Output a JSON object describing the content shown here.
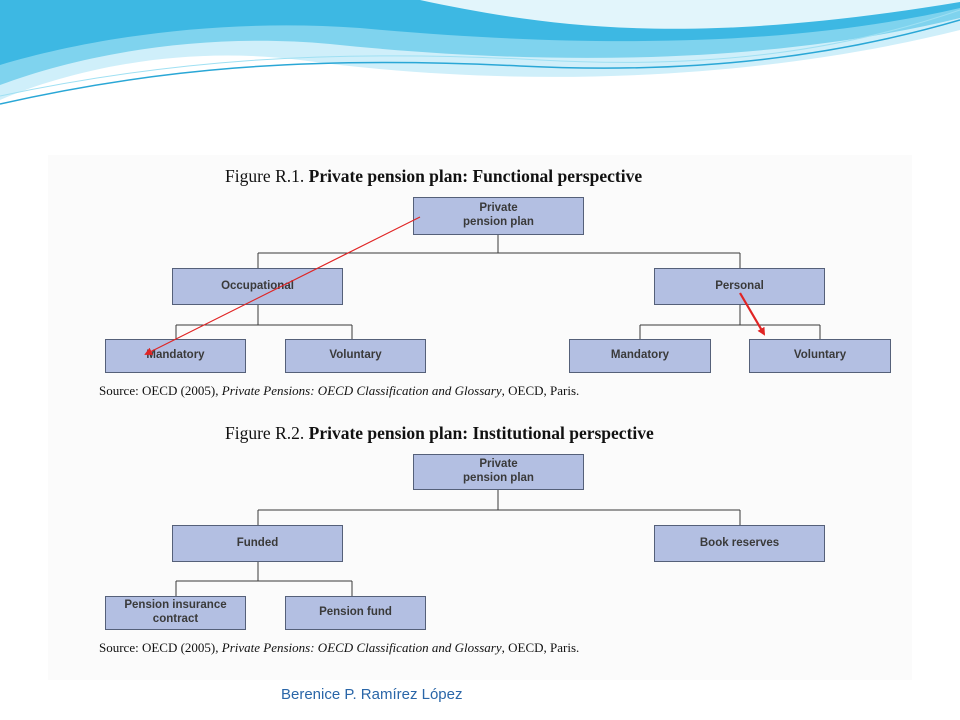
{
  "colors": {
    "box_fill": "#b3bfe2",
    "box_border": "#556079",
    "annotation_arrow": "#e02424",
    "footer_text": "#2a66a8",
    "wave_light": "#cfeffa",
    "wave_mid": "#7fd3ee",
    "wave_deep": "#3db8e3"
  },
  "figure1": {
    "number": "Figure R.1.",
    "title": "Private pension plan: Functional perspective",
    "nodes": {
      "root": "Private\npension plan",
      "occupational": "Occupational",
      "personal": "Personal",
      "occ_mandatory": "Mandatory",
      "occ_voluntary": "Voluntary",
      "per_mandatory": "Mandatory",
      "per_voluntary": "Voluntary"
    },
    "source_lead": "Source:  OECD (2005), ",
    "source_title": "Private Pensions: OECD Classification and Glossary",
    "source_tail": ", OECD, Paris."
  },
  "figure2": {
    "number": "Figure R.2.",
    "title": "Private pension plan: Institutional perspective",
    "nodes": {
      "root": "Private\npension plan",
      "funded": "Funded",
      "book_reserves": "Book reserves",
      "insurance_contract": "Pension insurance\ncontract",
      "pension_fund": "Pension fund"
    },
    "source_lead": "Source:  OECD (2005), ",
    "source_title": "Private Pensions: OECD Classification and Glossary",
    "source_tail": ", OECD, Paris."
  },
  "footer": {
    "author": "Berenice P. Ramírez López"
  }
}
